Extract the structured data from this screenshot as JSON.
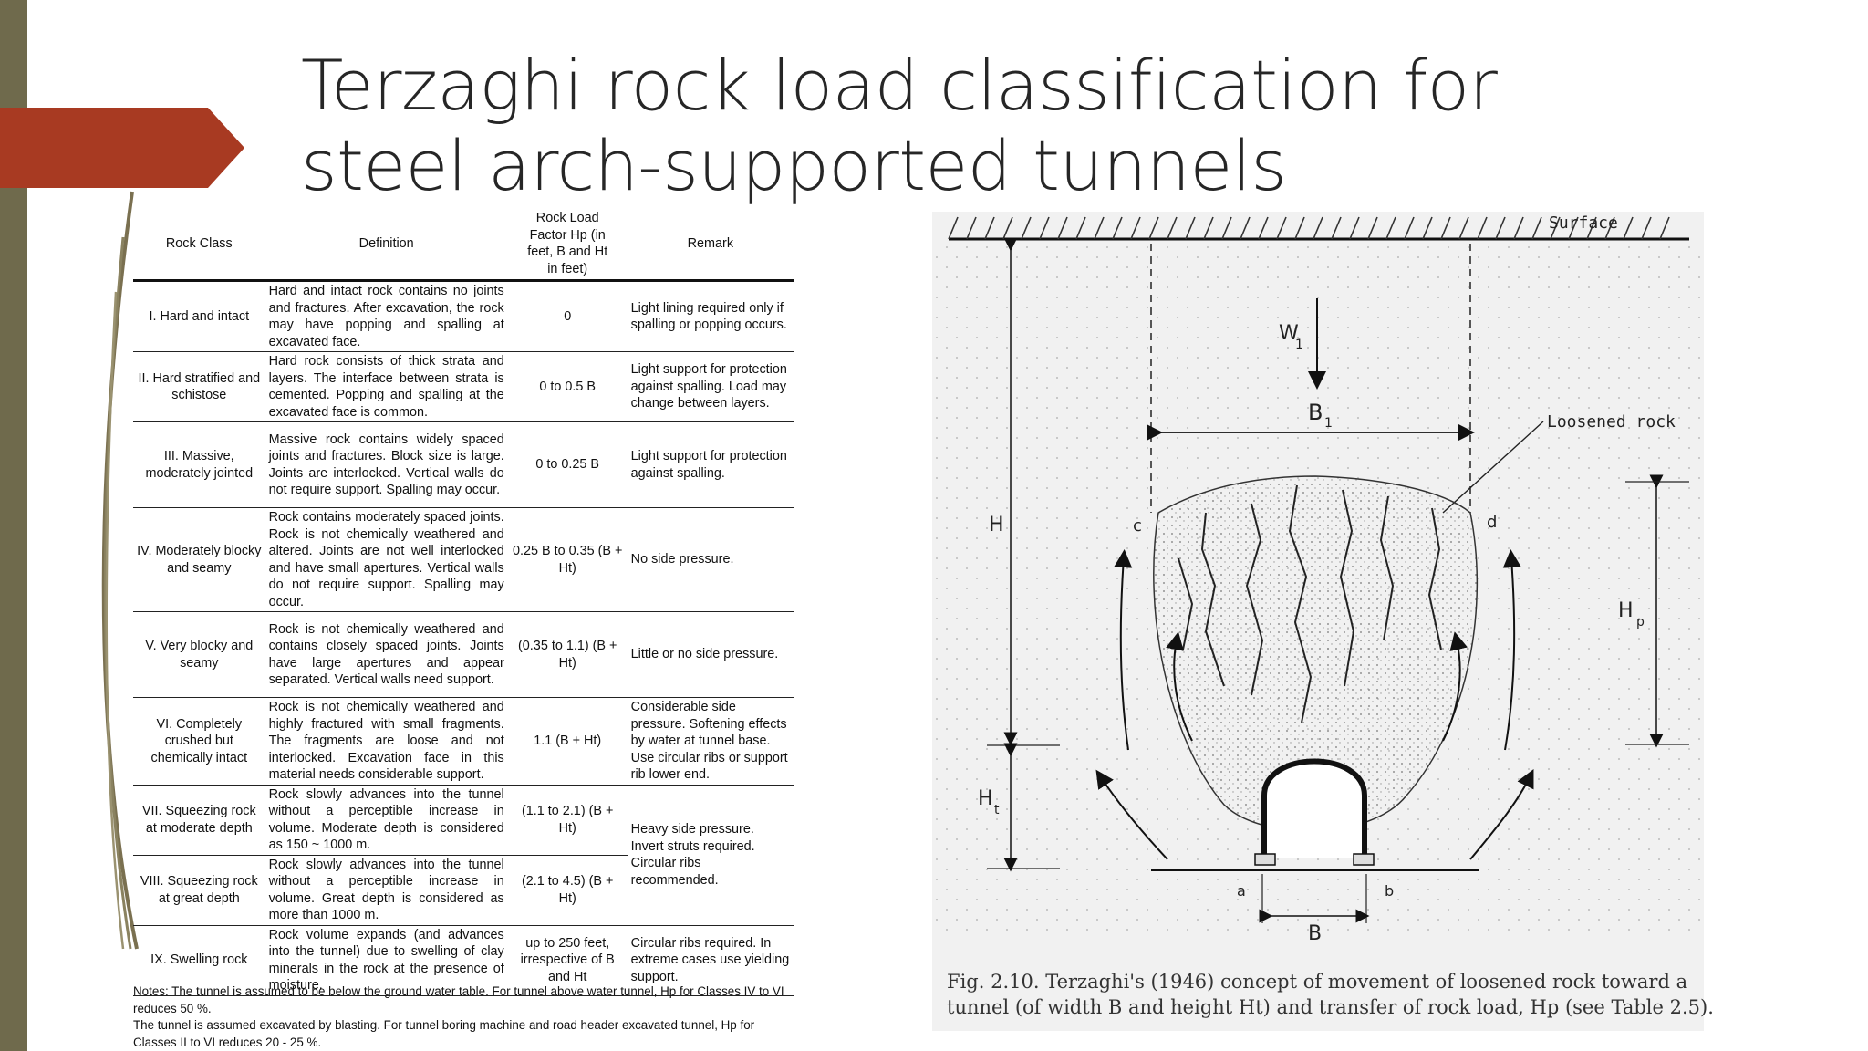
{
  "slide": {
    "title_line1": "Terzaghi rock load classification for",
    "title_line2": "steel arch-supported tunnels"
  },
  "table": {
    "headers": {
      "rock_class": "Rock Class",
      "definition": "Definition",
      "factor_line1": "Rock Load",
      "factor_line2": "Factor Hp (in",
      "factor_line3": "feet, B and Ht",
      "factor_line4": "in feet)",
      "remark": "Remark"
    },
    "rows": [
      {
        "cls": "I. Hard and intact",
        "definition": "Hard and intact rock contains no joints and fractures. After excavation, the rock may have popping and spalling at excavated face.",
        "factor": "0",
        "remark": "Light lining required only if spalling or popping occurs."
      },
      {
        "cls": "II. Hard stratified and schistose",
        "definition": "Hard rock consists of thick strata and layers. The interface between strata is cemented. Popping and spalling at the excavated face is common.",
        "factor": "0 to 0.5 B",
        "remark": "Light support for protection against spalling. Load may change between layers."
      },
      {
        "cls": "III. Massive, moderately jointed",
        "definition": "Massive rock contains widely spaced joints and fractures. Block size is large. Joints are interlocked. Vertical walls do not require support. Spalling may occur.",
        "factor": "0 to 0.25 B",
        "remark": "Light support for protection against spalling."
      },
      {
        "cls": "IV. Moderately blocky and seamy",
        "definition": "Rock contains moderately spaced joints. Rock is not chemically weathered and altered. Joints are not well interlocked and have small apertures. Vertical walls do not require support. Spalling may occur.",
        "factor": "0.25 B to 0.35 (B + Ht)",
        "remark": "No side pressure."
      },
      {
        "cls": "V. Very blocky and seamy",
        "definition": "Rock is not chemically weathered and contains closely spaced joints. Joints have large apertures and appear separated. Vertical walls need support.",
        "factor": "(0.35 to 1.1) (B + Ht)",
        "remark": "Little or no side pressure."
      },
      {
        "cls": "VI. Completely crushed but chemically intact",
        "definition": "Rock is not chemically weathered and highly fractured with small fragments. The fragments are loose and not interlocked. Excavation face in this material needs considerable support.",
        "factor": "1.1 (B + Ht)",
        "remark": "Considerable side pressure. Softening effects by water at tunnel base. Use circular ribs or support rib lower end."
      },
      {
        "cls": "VII. Squeezing rock at moderate depth",
        "definition": "Rock slowly advances into the tunnel without a perceptible increase in volume. Moderate depth is considered as 150 ~ 1000 m.",
        "factor": "(1.1 to 2.1) (B + Ht)",
        "remark": "Heavy side pressure. Invert struts required. Circular ribs recommended."
      },
      {
        "cls": "VIII. Squeezing rock at great depth",
        "definition": "Rock slowly advances into the tunnel without a perceptible increase in volume. Great depth is considered as more than 1000 m.",
        "factor": "(2.1 to 4.5) (B + Ht)"
      },
      {
        "cls": "IX. Swelling rock",
        "definition": "Rock volume expands (and advances into the tunnel) due to swelling of clay minerals in the rock at the presence of moisture.",
        "factor": "up to 250 feet, irrespective of B and Ht",
        "remark": "Circular ribs required. In extreme cases use yielding support."
      }
    ],
    "note1": "Notes: The tunnel is assumed to be below the ground water table. For tunnel above water tunnel, Hp for Classes IV to VI reduces 50 %.",
    "note2": "The tunnel is assumed excavated by blasting. For tunnel boring machine and road header excavated tunnel, Hp for Classes II to VI reduces 20 - 25 %."
  },
  "figure": {
    "labels": {
      "surface": "Surface",
      "w1": "W",
      "w1_sub": "1",
      "b1": "B",
      "b1_sub": "1",
      "loosened": "Loosened rock",
      "h": "H",
      "hp": "H",
      "hp_sub": "p",
      "ht": "H",
      "ht_sub": "t",
      "c": "c",
      "d": "d",
      "a": "a",
      "b": "b",
      "bw": "B"
    },
    "caption_line1": "Fig. 2.10.   Terzaghi's (1946) concept of movement of loosened rock toward a",
    "caption_line2": "tunnel (of width B and height Ht) and transfer of rock load, Hp (see Table 2.5)."
  }
}
